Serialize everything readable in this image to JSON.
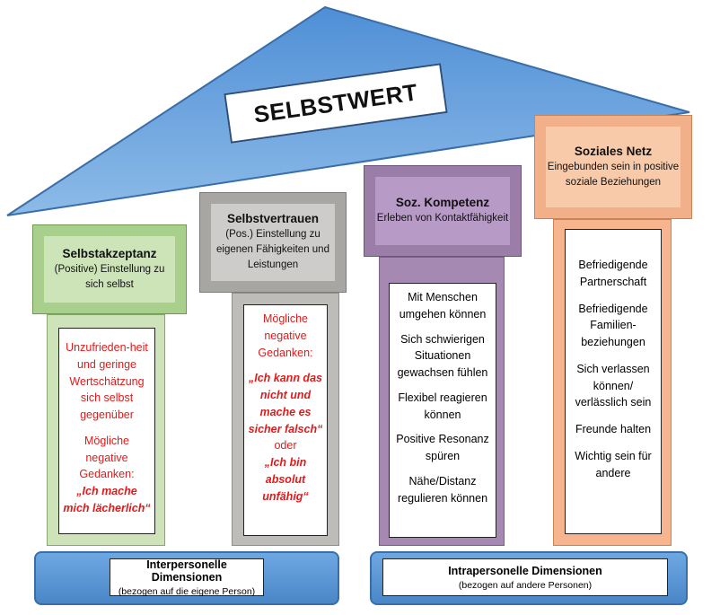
{
  "roof": {
    "title": "SELBSTWERT"
  },
  "pillars": [
    {
      "title": "Selbstakzeptanz",
      "subtitle": "(Positive) Einstellung zu sich selbst",
      "items": [
        "Unzufrieden-heit und geringe Wertschätzung sich selbst gegenüber",
        "Mögliche negative Gedanken:",
        "„Ich mache mich lächerlich“"
      ]
    },
    {
      "title": "Selbstvertrauen",
      "subtitle": "(Pos.) Einstellung zu eigenen Fähigkeiten und Leistungen",
      "items": [
        "Mögliche negative Gedanken:",
        "„Ich kann das nicht und mache es sicher falsch“",
        "oder",
        "„Ich bin absolut unfähig“"
      ]
    },
    {
      "title": "Soz. Kompetenz",
      "subtitle": "Erleben von Kontaktfähigkeit",
      "items": [
        "Mit Menschen umgehen können",
        "Sich schwierigen Situationen gewachsen fühlen",
        "Flexibel reagieren können",
        "Positive Resonanz spüren",
        "Nähe/Distanz regulieren können"
      ]
    },
    {
      "title": "Soziales Netz",
      "subtitle": "Eingebunden sein in positive soziale Beziehungen",
      "items": [
        "Befriedigende Partnerschaft",
        "Befriedigende Familien-beziehungen",
        "Sich verlassen können/ verlässlich sein",
        "Freunde halten",
        "Wichtig sein für andere"
      ]
    }
  ],
  "bases": [
    {
      "title": "Interpersonelle Dimensionen",
      "subtitle": "(bezogen auf die eigene Person)"
    },
    {
      "title": "Intrapersonelle Dimensionen",
      "subtitle": "(bezogen auf andere Personen)"
    }
  ],
  "colors": {
    "roof": "#6aa2dc",
    "pillar1": "#cde3b8",
    "pillar2": "#ceccca",
    "pillar3": "#b79bc6",
    "pillar4": "#f8caaa",
    "negative_text": "#e01b1b",
    "base": "#5a94d4"
  }
}
